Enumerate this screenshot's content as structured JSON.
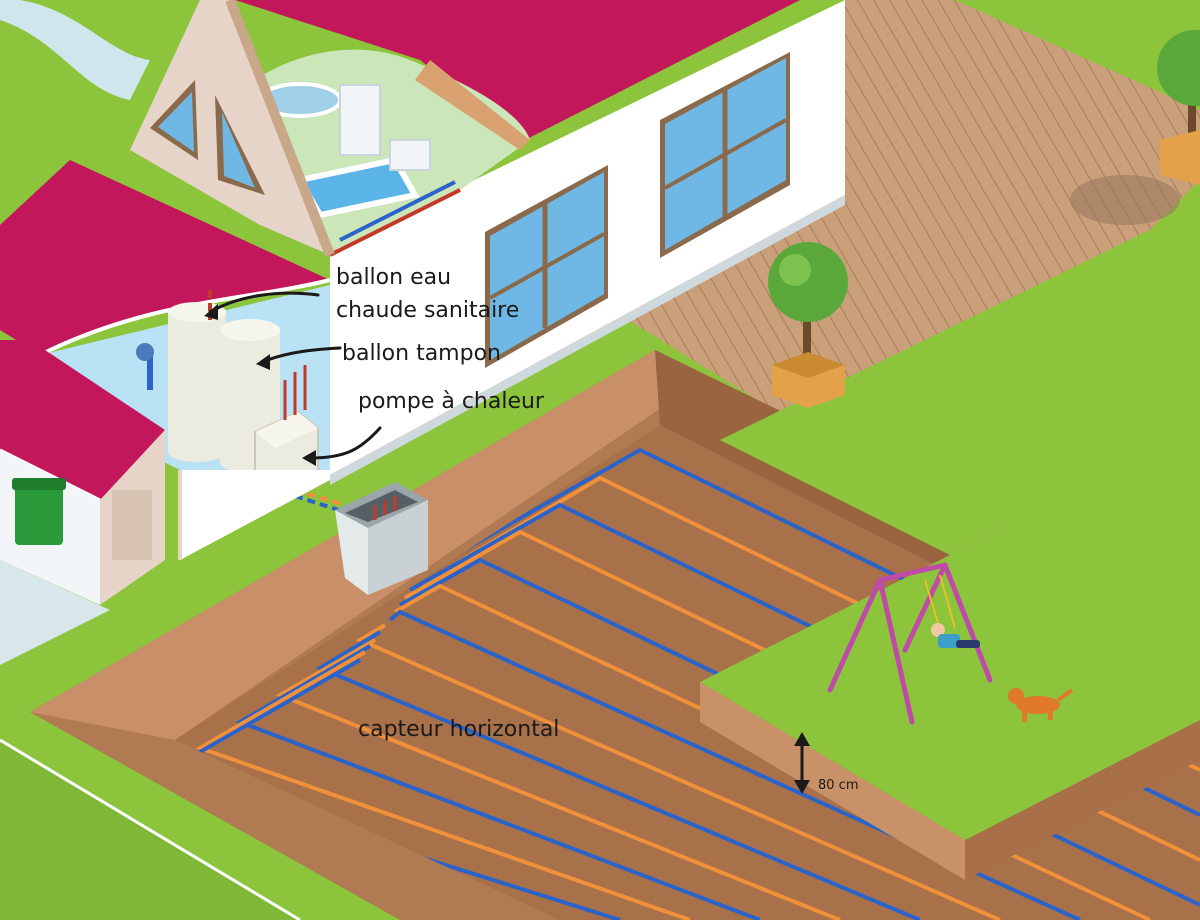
{
  "labels": {
    "dhw_tank_line1": "ballon eau",
    "dhw_tank_line2": "chaude sanitaire",
    "buffer_tank": "ballon tampon",
    "heat_pump": "pompe à chaleur",
    "collector": "capteur horizontal",
    "depth": "80 cm"
  },
  "colors": {
    "grass": "#8cc43c",
    "roof": "#c2185b",
    "soil": "#a9714a",
    "hot_pipe": "#f0903a",
    "cold_pipe": "#2a63c9",
    "wall": "#ffffff",
    "deck": "#c9a07a"
  }
}
